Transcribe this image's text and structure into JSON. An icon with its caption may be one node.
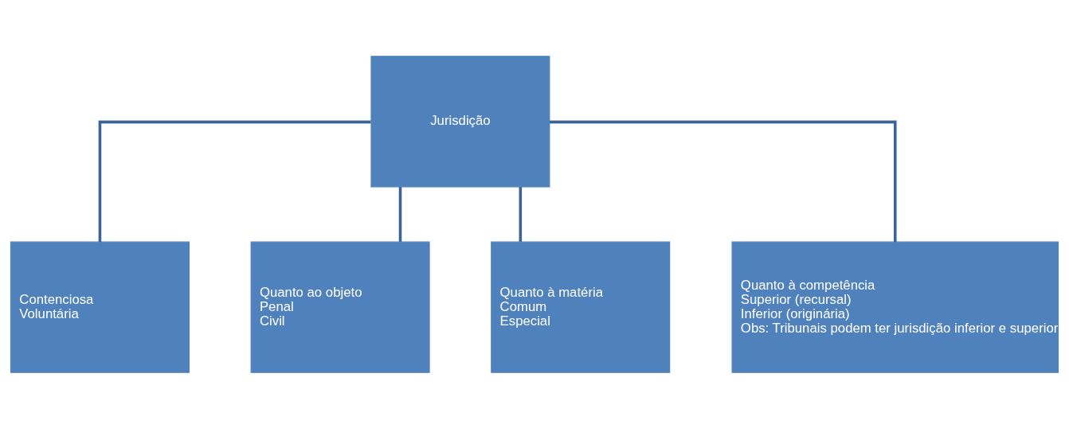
{
  "diagram": {
    "nodes": [
      {
        "text": [
          "Jurisdição"
        ]
      },
      {
        "text": [
          "Contenciosa",
          "Voluntária"
        ]
      },
      {
        "text": [
          "Quanto ao objeto",
          "Penal",
          "Civil"
        ]
      },
      {
        "text": [
          "Quanto à matéria",
          "Comum",
          "Especial"
        ]
      },
      {
        "text": [
          "Quanto à competência",
          "Superior (recursal)",
          "Inferior (originária)",
          "Obs: Tribunais podem ter jurisdição inferior e superior"
        ]
      }
    ],
    "edges": [
      {
        "from": 0,
        "to": 1,
        "arrow": "none"
      },
      {
        "from": 0,
        "to": 2,
        "arrow": "none"
      },
      {
        "from": 0,
        "to": 3,
        "arrow": "none"
      },
      {
        "from": 0,
        "to": 4,
        "arrow": "none"
      }
    ]
  }
}
